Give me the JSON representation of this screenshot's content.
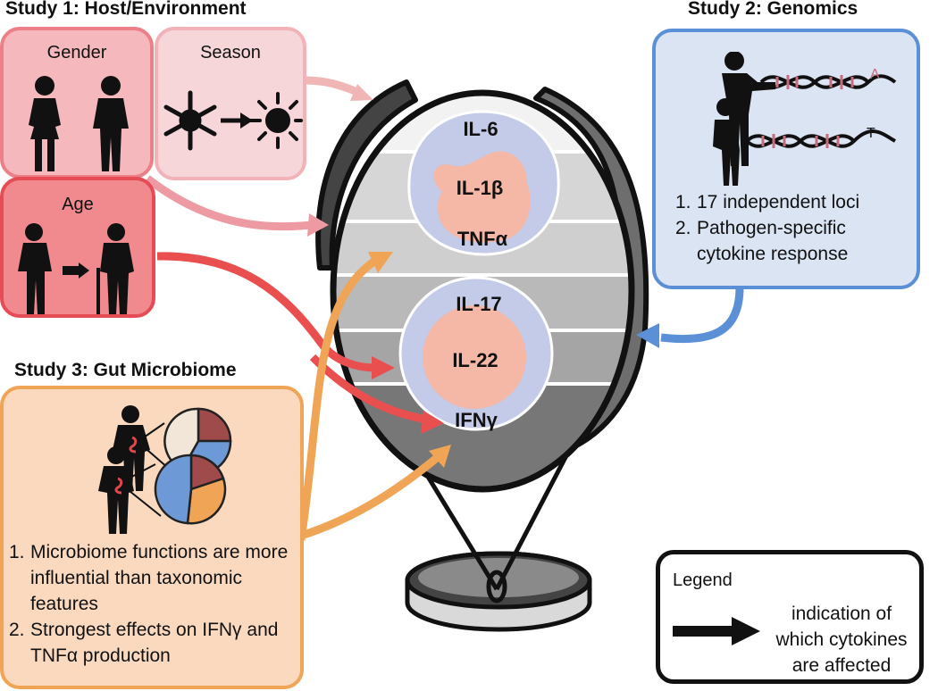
{
  "study1": {
    "title": "Study 1: Host/Environment",
    "gender_label": "Gender",
    "season_label": "Season",
    "age_label": "Age",
    "color_gender": "#f4b8bd",
    "color_season": "#f6d6d8",
    "color_age": "#f08a8e"
  },
  "study2": {
    "title": "Study 2: Genomics",
    "allele_a": "A",
    "allele_t": "T",
    "findings": [
      {
        "num": "1.",
        "text": "17 independent loci"
      },
      {
        "num": "2.",
        "text": "Pathogen-specific cytokine response"
      }
    ],
    "color": "#dbe4f3",
    "border": "#5b8fd6"
  },
  "study3": {
    "title": "Study 3: Gut Microbiome",
    "findings": [
      {
        "num": "1.",
        "text": "Microbiome functions are more influential than taxonomic features"
      },
      {
        "num": "2.",
        "text": "Strongest effects on IFNγ and TNFα production"
      }
    ],
    "color": "#fad9bf",
    "border": "#f0a556"
  },
  "cytokines": {
    "top": [
      "IL-6",
      "IL-1β",
      "TNFα"
    ],
    "bottom": [
      "IL-17",
      "IL-22",
      "IFNγ"
    ]
  },
  "legend": {
    "title": "Legend",
    "description": "indication of which cytokines are affected"
  }
}
